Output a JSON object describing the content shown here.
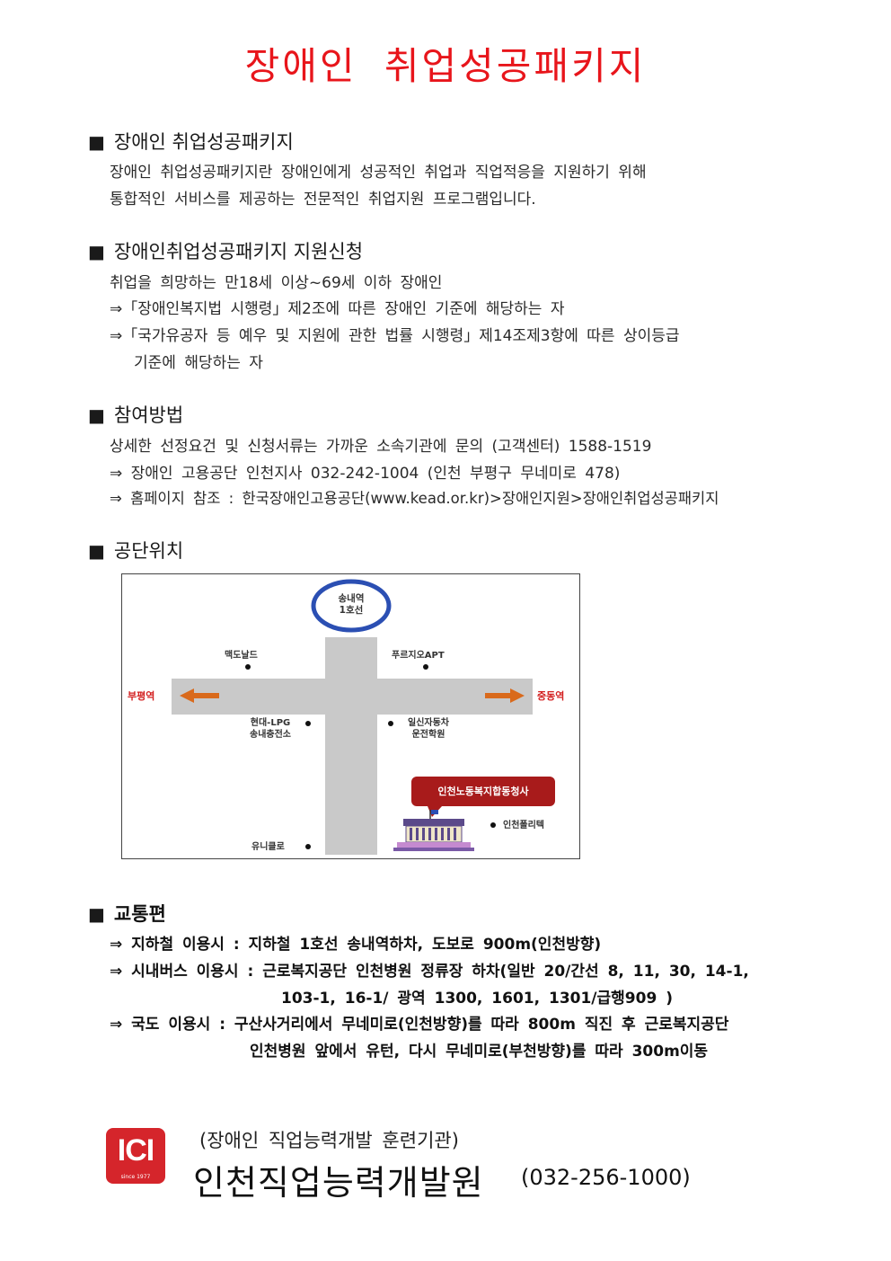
{
  "title": "장애인 취업성공패키지",
  "sections": [
    {
      "heading": "장애인 취업성공패키지",
      "lines": [
        "장애인 취업성공패키지란 장애인에게 성공적인 취업과 직업적응을 지원하기 위해",
        "통합적인 서비스를 제공하는 전문적인 취업지원 프로그램입니다."
      ]
    },
    {
      "heading": "장애인취업성공패키지 지원신청",
      "lines": [
        "취업을 희망하는 만18세 이상~69세 이하 장애인",
        "⇒「장애인복지법 시행령」제2조에 따른 장애인 기준에 해당하는 자",
        "⇒「국가유공자 등 예우 및 지원에 관한 법률 시행령」제14조제3항에 따른 상이등급",
        "기준에 해당하는 자"
      ]
    },
    {
      "heading": "참여방법",
      "lines": [
        "상세한 선정요건 및 신청서류는 가까운 소속기관에 문의 (고객센터) 1588-1519",
        "⇒ 장애인 고용공단 인천지사 032-242-1004 (인천 부평구 무네미로 478)",
        "⇒ 홈페이지 참조 : 한국장애인고용공단(www.kead.or.kr)>장애인지원>장애인취업성공패키지"
      ]
    },
    {
      "heading": "공단위치"
    },
    {
      "heading": "교통편",
      "lines": [
        "⇒ 지하철 이용시 : 지하철 1호선 송내역하차, 도보로 900m(인천방향)",
        "⇒ 시내버스 이용시 : 근로복지공단 인천병원 정류장 하차(일반 20/간선 8, 11, 30, 14-1,",
        "103-1, 16-1/ 광역 1300, 1601, 1301/급행909 )",
        "⇒ 국도 이용시 : 구산사거리에서 무네미로(인천방향)를 따라 800m 직진 후 근로복지공단",
        "인천병원 앞에서 유턴, 다시 무네미로(부천방향)를 따라 300m이동"
      ]
    }
  ],
  "map": {
    "station": "송내역",
    "station_line": "1호선",
    "mcdonalds": "맥도날드",
    "apt": "푸르지오APT",
    "west": "부평역",
    "east": "중동역",
    "lpg1": "현대-LPG",
    "lpg2": "송내충전소",
    "school1": "일신자동차",
    "school2": "운전학원",
    "building": "인천노동복지합동청사",
    "polytech": "인천폴리텍",
    "uniqlo": "유니클로",
    "accent_red": "#d32020",
    "accent_blue": "#2b4fb3"
  },
  "footer": {
    "logo": "ICI",
    "logo_since": "since 1977",
    "subtitle": "(장애인 직업능력개발 훈련기관)",
    "name": "인천직업능력개발원",
    "phone": "(032-256-1000)"
  }
}
